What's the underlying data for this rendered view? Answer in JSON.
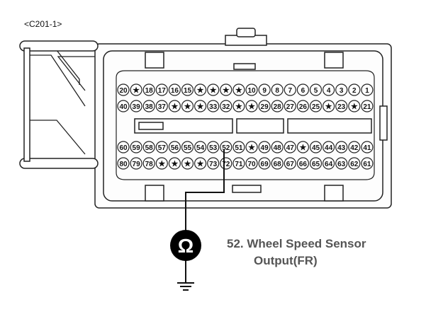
{
  "connector_label": "<C201-1>",
  "pin_rows": [
    [
      "20",
      "★",
      "18",
      "17",
      "16",
      "15",
      "★",
      "★",
      "★",
      "★",
      "10",
      "9",
      "8",
      "7",
      "6",
      "5",
      "4",
      "3",
      "2",
      "1"
    ],
    [
      "40",
      "39",
      "38",
      "37",
      "★",
      "★",
      "★",
      "33",
      "32",
      "★",
      "★",
      "29",
      "28",
      "27",
      "26",
      "25",
      "★",
      "23",
      "★",
      "21"
    ],
    [
      "60",
      "59",
      "58",
      "57",
      "56",
      "55",
      "54",
      "53",
      "52",
      "51",
      "★",
      "49",
      "48",
      "47",
      "★",
      "45",
      "44",
      "43",
      "42",
      "41"
    ],
    [
      "80",
      "79",
      "78",
      "★",
      "★",
      "★",
      "★",
      "73",
      "72",
      "71",
      "70",
      "69",
      "68",
      "67",
      "66",
      "65",
      "64",
      "63",
      "62",
      "61"
    ]
  ],
  "highlighted_pin": "52",
  "meter_symbol": "Ω",
  "caption": {
    "line1": "52. Wheel Speed Sensor",
    "line2": "Output(FR)"
  },
  "colors": {
    "outline": "#222222",
    "caption": "#555555",
    "meter_fill": "#000000"
  }
}
